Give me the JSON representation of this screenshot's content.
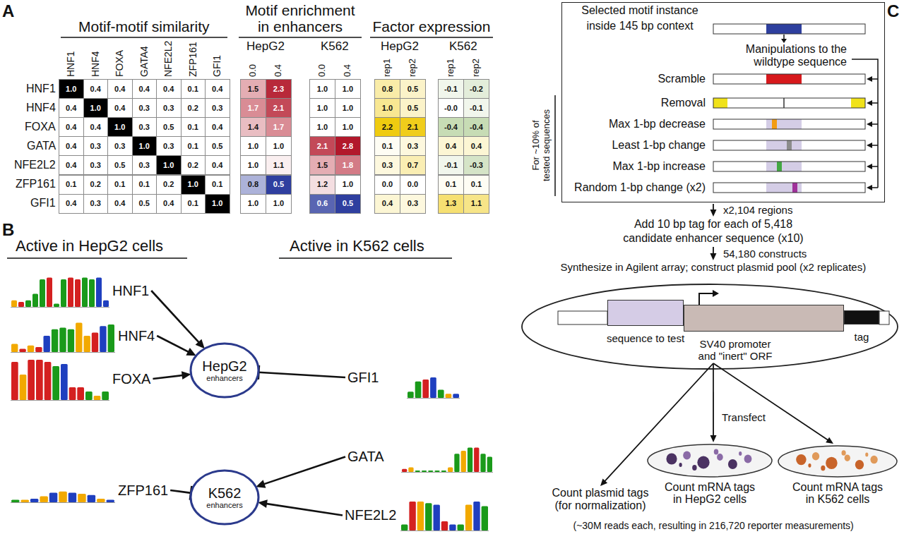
{
  "diagram": {
    "nodes": [
      {
        "text": [
          "HNF1"
        ]
      },
      {
        "text": [
          "HNF4"
        ]
      },
      {
        "text": [
          "FOXA"
        ]
      },
      {
        "text": [
          "HepG2",
          "enhancers"
        ]
      },
      {
        "text": [
          "GFI1"
        ]
      },
      {
        "text": [
          "ZFP161"
        ]
      },
      {
        "text": [
          "K562",
          "enhancers"
        ]
      },
      {
        "text": [
          "GATA"
        ]
      },
      {
        "text": [
          "NFE2L2"
        ]
      },
      {
        "text": [
          "Selected motif instance inside 145 bp context",
          "Manipulations to the wildtype sequence",
          "Scramble",
          "Removal",
          "Max 1-bp decrease",
          "Least 1-bp change",
          "Max 1-bp increase",
          "Random 1-bp change (x2)"
        ]
      },
      {
        "text": [
          "Add 10 bp tag for each of 5,418 candidate enhancer sequence (x10)"
        ]
      },
      {
        "text": [
          "Synthesize in Agilent array; construct plasmid pool (x2 replicates)"
        ]
      },
      {
        "text": [
          "sequence to test"
        ]
      },
      {
        "text": [
          "SV40 promoter and \"inert\" ORF"
        ]
      },
      {
        "text": [
          "tag"
        ]
      },
      {
        "text": [
          "Count plasmid tags (for normalization)"
        ]
      },
      {
        "text": [
          "Count mRNA tags in HepG2 cells"
        ]
      },
      {
        "text": [
          "Count mRNA tags in K562 cells"
        ]
      }
    ],
    "edges": [
      {
        "from": 0,
        "to": 3,
        "arrow": "to"
      },
      {
        "from": 1,
        "to": 3,
        "arrow": "to"
      },
      {
        "from": 2,
        "to": 3,
        "arrow": "to"
      },
      {
        "from": 4,
        "to": 3,
        "arrow": "to"
      },
      {
        "from": 5,
        "to": 6,
        "arrow": "to"
      },
      {
        "from": 7,
        "to": 6,
        "arrow": "to"
      },
      {
        "from": 8,
        "to": 6,
        "arrow": "to"
      },
      {
        "from": 9,
        "to": 10,
        "arrow": "to",
        "label": "x2,104 regions"
      },
      {
        "from": 10,
        "to": 11,
        "arrow": "to",
        "label": "54,180 constructs"
      },
      {
        "from": 13,
        "to": 15,
        "arrow": "to"
      },
      {
        "from": 13,
        "to": 16,
        "arrow": "to",
        "label": "Transfect"
      },
      {
        "from": 13,
        "to": 17,
        "arrow": "to"
      }
    ],
    "labels": [
      "A",
      "Motif-motif similarity",
      "HNF1",
      "HNF4",
      "FOXA",
      "GATA4",
      "NFE2L2",
      "ZFP161",
      "GFI1",
      "HNF1",
      "HNF4",
      "FOXA",
      "GATA",
      "NFE2L2",
      "ZFP161",
      "GFI1",
      "1.0",
      "0.4",
      "0.4",
      "0.4",
      "0.4",
      "0.1",
      "0.4",
      "0.4",
      "1.0",
      "0.4",
      "0.3",
      "0.3",
      "0.2",
      "0.3",
      "0.4",
      "0.4",
      "1.0",
      "0.3",
      "0.5",
      "0.1",
      "0.4",
      "0.4",
      "0.3",
      "0.3",
      "1.0",
      "0.3",
      "0.1",
      "0.5",
      "0.4",
      "0.3",
      "0.5",
      "0.3",
      "1.0",
      "0.2",
      "0.4",
      "0.1",
      "0.2",
      "0.1",
      "0.1",
      "0.2",
      "1.0",
      "0.1",
      "0.4",
      "0.3",
      "0.4",
      "0.5",
      "0.4",
      "0.1",
      "1.0",
      "Motif enrichment in enhancers",
      "HepG2",
      "K562",
      "0.0",
      "0.4",
      "0.0",
      "0.4",
      "1.5",
      "2.3",
      "1.0",
      "1.0",
      "1.7",
      "2.1",
      "1.0",
      "1.0",
      "1.4",
      "1.7",
      "1.0",
      "1.0",
      "1.0",
      "1.0",
      "2.1",
      "2.8",
      "1.0",
      "1.1",
      "1.5",
      "1.8",
      "0.8",
      "0.5",
      "1.2",
      "1.0",
      "1.0",
      "1.0",
      "0.6",
      "0.5",
      "Factor expression",
      "HepG2",
      "K562",
      "rep1",
      "rep2",
      "rep1",
      "rep2",
      "0.8",
      "0.5",
      "-0.1",
      "-0.2",
      "1.0",
      "0.5",
      "-0.0",
      "-0.1",
      "2.2",
      "2.1",
      "-0.4",
      "-0.4",
      "0.1",
      "0.3",
      "0.4",
      "0.4",
      "0.3",
      "0.7",
      "-0.1",
      "-0.3",
      "0.0",
      "0.0",
      "0.1",
      "0.1",
      "0.4",
      "0.3",
      "1.3",
      "1.1",
      "B",
      "Active in HepG2 cells",
      "Active in K562 cells",
      "C",
      "For ~10% of tested sequences",
      "(~30M reads each, resulting in 216,720 reporter measurements)"
    ]
  }
}
